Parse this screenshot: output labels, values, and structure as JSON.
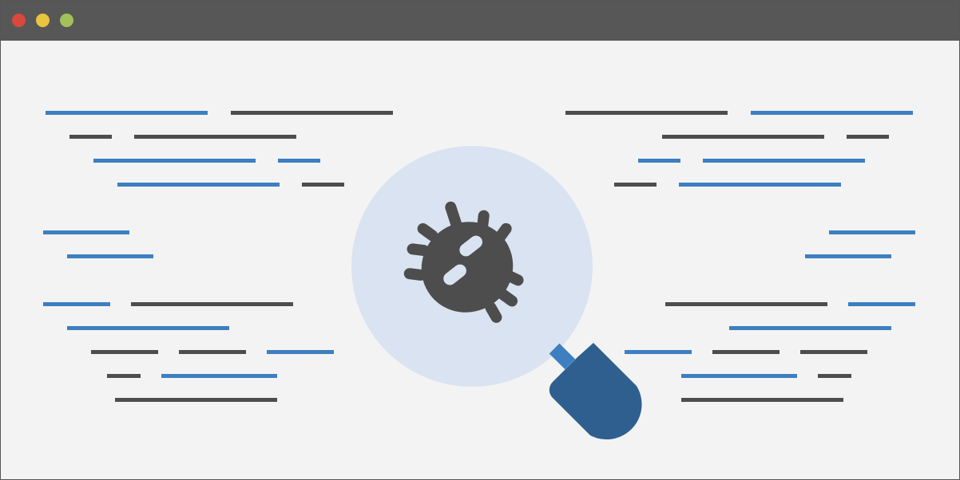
{
  "window": {
    "titlebar_color": "#575757",
    "background_color": "#f3f3f3",
    "border_color": "#555555",
    "controls": [
      {
        "name": "close",
        "color": "#d9483b"
      },
      {
        "name": "minimize",
        "color": "#e8c440"
      },
      {
        "name": "maximize",
        "color": "#a3c05a"
      }
    ]
  },
  "colors": {
    "code_blue": "#3d7fc1",
    "code_dark": "#4d4d4d",
    "lens_fill": "#d9e3f1",
    "handle_dark": "#2f5f8f",
    "handle_collar": "#3d7fc1",
    "bug": "#4d4d4d",
    "bug_stripe": "#d9e3f1"
  },
  "icons": {
    "magnifier": "magnifying-glass-icon",
    "bug": "bug-icon"
  }
}
